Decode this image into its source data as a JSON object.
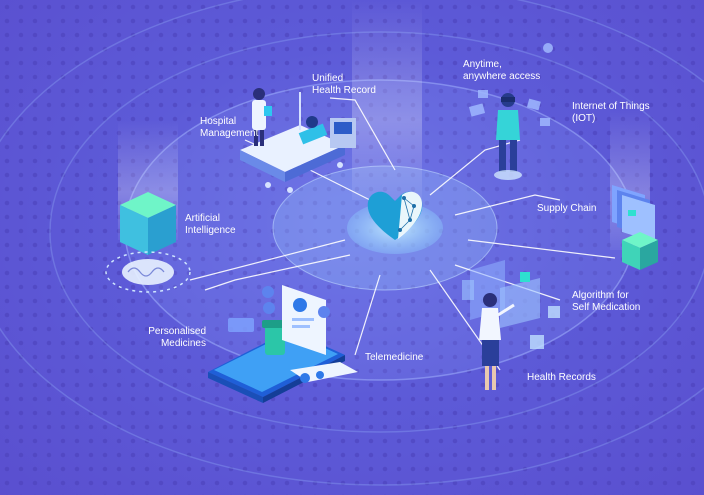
{
  "labels": {
    "unified_health_record": [
      "Unified",
      "Health Record"
    ],
    "hospital_management": [
      "Hospital",
      "Management"
    ],
    "anytime_access": [
      "Anytime,",
      "anywhere access"
    ],
    "internet_of_things": [
      "Internet of Things",
      "(IOT)"
    ],
    "artificial_intelligence": [
      "Artificial",
      "Intelligence"
    ],
    "supply_chain": [
      "Supply Chain"
    ],
    "algorithm_self_medication": [
      "Algorithm for",
      "Self Medication"
    ],
    "personalised_medicines": [
      "Personalised",
      "Medicines"
    ],
    "telemedicine": [
      "Telemedicine"
    ],
    "health_records": [
      "Health Records"
    ]
  },
  "colors": {
    "background": "#5a52d5",
    "ring": "#8fa8f5",
    "center_disc": "#bfe3ff",
    "heart_primary": "#1e9fd6",
    "heart_secondary": "#ffffff",
    "cube_green": "#5ef0c0",
    "cube_cyan": "#49d6e6",
    "device_blue": "#2f79e8",
    "connector_line": "#ffffff"
  },
  "icons": [
    "heart-network-icon",
    "brain-icon",
    "cube-icon",
    "hospital-bed-icon",
    "doctor-figure",
    "vr-person-figure",
    "tablet-device-icon",
    "woman-touchscreen-figure",
    "cards-stack-icon"
  ]
}
